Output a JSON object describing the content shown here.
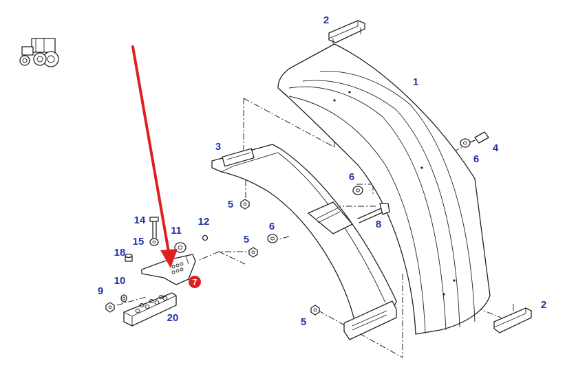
{
  "diagram": {
    "part_labels": [
      "1",
      "2",
      "2",
      "3",
      "4",
      "5",
      "5",
      "5",
      "6",
      "6",
      "6",
      "7",
      "8",
      "9",
      "10",
      "11",
      "12",
      "14",
      "15",
      "18",
      "20"
    ],
    "highlight_color": "#e02020",
    "label_color": "#2233aa",
    "icons": [
      "tractor-icon",
      "pointer-arrow"
    ]
  }
}
